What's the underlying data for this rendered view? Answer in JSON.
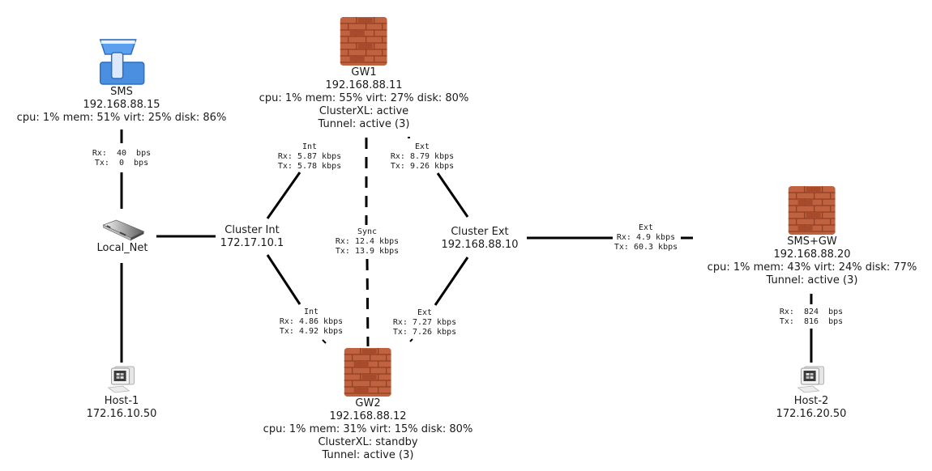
{
  "diagram": {
    "nodes": {
      "sms": {
        "name": "SMS",
        "ip": "192.168.88.15",
        "stats": "cpu: 1% mem: 51% virt: 25% disk: 86%",
        "icon": "management-server-icon"
      },
      "gw1": {
        "name": "GW1",
        "ip": "192.168.88.11",
        "stats": "cpu: 1% mem: 55% virt: 27% disk: 80%",
        "clusterxl": "ClusterXL: active",
        "tunnel": "Tunnel: active (3)",
        "icon": "firewall-icon"
      },
      "gw2": {
        "name": "GW2",
        "ip": "192.168.88.12",
        "stats": "cpu: 1% mem: 31% virt: 15% disk: 80%",
        "clusterxl": "ClusterXL: standby",
        "tunnel": "Tunnel: active (3)",
        "icon": "firewall-icon"
      },
      "smsgw": {
        "name": "SMS+GW",
        "ip": "192.168.88.20",
        "stats": "cpu: 1% mem: 43% virt: 24% disk: 77%",
        "tunnel": "Tunnel: active (3)",
        "icon": "firewall-icon"
      },
      "localnet": {
        "name": "Local_Net",
        "icon": "switch-icon"
      },
      "cluster_int": {
        "name": "Cluster Int",
        "ip": "172.17.10.1"
      },
      "cluster_ext": {
        "name": "Cluster Ext",
        "ip": "192.168.88.10"
      },
      "host1": {
        "name": "Host-1",
        "ip": "172.16.10.50",
        "icon": "workstation-icon"
      },
      "host2": {
        "name": "Host-2",
        "ip": "172.16.20.50",
        "icon": "workstation-icon"
      }
    },
    "links": {
      "sms_localnet": {
        "label": "",
        "rx": "Rx:  40  bps",
        "tx": "Tx:  0  bps"
      },
      "gw1_int": {
        "label": "Int",
        "rx": "Rx: 5.87 kbps",
        "tx": "Tx: 5.78 kbps"
      },
      "gw1_ext": {
        "label": "Ext",
        "rx": "Rx: 8.79 kbps",
        "tx": "Tx: 9.26 kbps"
      },
      "sync": {
        "label": "Sync",
        "rx": "Rx: 12.4 kbps",
        "tx": "Tx: 13.9 kbps"
      },
      "gw2_int": {
        "label": "Int",
        "rx": "Rx: 4.86 kbps",
        "tx": "Tx: 4.92 kbps"
      },
      "gw2_ext": {
        "label": "Ext",
        "rx": "Rx: 7.27 kbps",
        "tx": "Tx: 7.26 kbps"
      },
      "smsgw_ext": {
        "label": "Ext",
        "rx": "Rx: 4.9 kbps",
        "tx": "Tx: 60.3 kbps"
      },
      "smsgw_host2": {
        "label": "",
        "rx": "Rx:  824  bps",
        "tx": "Tx:  816  bps"
      }
    },
    "colors": {
      "firewall_brick": "#c0623f",
      "firewall_brick_dark": "#8f3f22",
      "server_blue": "#4a90e2",
      "link": "#000000"
    }
  }
}
